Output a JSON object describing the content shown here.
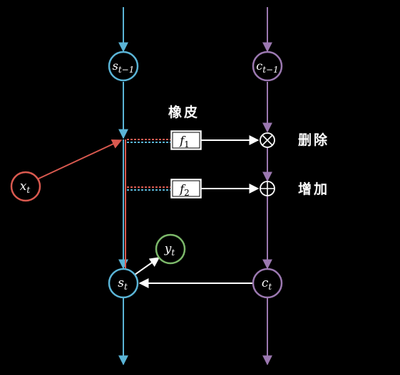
{
  "nodes": {
    "s_prev": {
      "base": "s",
      "sub": "t−1"
    },
    "c_prev": {
      "base": "c",
      "sub": "t−1"
    },
    "x_t": {
      "base": "x",
      "sub": "t"
    },
    "y_t": {
      "base": "y",
      "sub": "t"
    },
    "s_t": {
      "base": "s",
      "sub": "t"
    },
    "c_t": {
      "base": "c",
      "sub": "t"
    }
  },
  "gates": {
    "f1": {
      "base": "f",
      "sub": "1"
    },
    "f2": {
      "base": "f",
      "sub": "2"
    }
  },
  "labels": {
    "eraser": "橡皮",
    "delete": "删除",
    "add": "增加"
  },
  "operators": {
    "multiply": "⊗",
    "add": "⊕"
  },
  "colors": {
    "s_line": "#5ab4d6",
    "c_line": "#9b78b0",
    "x_node": "#d9594f",
    "y_node": "#7cb86a",
    "white": "#ffffff",
    "background": "#000000"
  }
}
